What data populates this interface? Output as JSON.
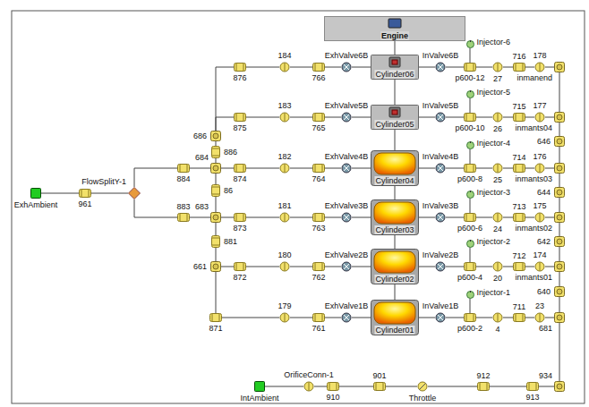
{
  "diagram": {
    "nodes": [
      {
        "text": [
          "Engine"
        ]
      },
      {
        "text": [
          "Injector-6"
        ]
      },
      {
        "text": [
          "876"
        ]
      },
      {
        "text": [
          "184"
        ]
      },
      {
        "text": [
          "766"
        ]
      },
      {
        "text": [
          "ExhValve6B"
        ]
      },
      {
        "text": [
          "Cylinder06"
        ]
      },
      {
        "text": [
          "InValve6B"
        ]
      },
      {
        "text": [
          "p600-12"
        ]
      },
      {
        "text": [
          "27"
        ]
      },
      {
        "text": [
          "716"
        ]
      },
      {
        "text": [
          "178"
        ]
      },
      {
        "text": [
          "inmanend"
        ]
      },
      {
        "text": [
          "Injector-5"
        ]
      },
      {
        "text": [
          "875"
        ]
      },
      {
        "text": [
          "183"
        ]
      },
      {
        "text": [
          "765"
        ]
      },
      {
        "text": [
          "ExhValve5B"
        ]
      },
      {
        "text": [
          "Cylinder05"
        ]
      },
      {
        "text": [
          "InValve5B"
        ]
      },
      {
        "text": [
          "p600-10"
        ]
      },
      {
        "text": [
          "26"
        ]
      },
      {
        "text": [
          "715"
        ]
      },
      {
        "text": [
          "177"
        ]
      },
      {
        "text": [
          "inmants04"
        ]
      },
      {
        "text": [
          "Injector-4"
        ]
      },
      {
        "text": [
          "874"
        ]
      },
      {
        "text": [
          "182"
        ]
      },
      {
        "text": [
          "764"
        ]
      },
      {
        "text": [
          "ExhValve4B"
        ]
      },
      {
        "text": [
          "Cylinder04"
        ]
      },
      {
        "text": [
          "InValve4B"
        ]
      },
      {
        "text": [
          "p600-8"
        ]
      },
      {
        "text": [
          "25"
        ]
      },
      {
        "text": [
          "714"
        ]
      },
      {
        "text": [
          "176"
        ]
      },
      {
        "text": [
          "inmants03"
        ]
      },
      {
        "text": [
          "Injector-3"
        ]
      },
      {
        "text": [
          "873"
        ]
      },
      {
        "text": [
          "181"
        ]
      },
      {
        "text": [
          "763"
        ]
      },
      {
        "text": [
          "ExhValve3B"
        ]
      },
      {
        "text": [
          "Cylinder03"
        ]
      },
      {
        "text": [
          "InValve3B"
        ]
      },
      {
        "text": [
          "p600-6"
        ]
      },
      {
        "text": [
          "24"
        ]
      },
      {
        "text": [
          "713"
        ]
      },
      {
        "text": [
          "175"
        ]
      },
      {
        "text": [
          "inmants02"
        ]
      },
      {
        "text": [
          "Injector-2"
        ]
      },
      {
        "text": [
          "872"
        ]
      },
      {
        "text": [
          "180"
        ]
      },
      {
        "text": [
          "762"
        ]
      },
      {
        "text": [
          "ExhValve2B"
        ]
      },
      {
        "text": [
          "Cylinder02"
        ]
      },
      {
        "text": [
          "InValve2B"
        ]
      },
      {
        "text": [
          "p600-4"
        ]
      },
      {
        "text": [
          "20"
        ]
      },
      {
        "text": [
          "712"
        ]
      },
      {
        "text": [
          "174"
        ]
      },
      {
        "text": [
          "inmants01"
        ]
      },
      {
        "text": [
          "Injector-1"
        ]
      },
      {
        "text": [
          "871"
        ]
      },
      {
        "text": [
          "179"
        ]
      },
      {
        "text": [
          "761"
        ]
      },
      {
        "text": [
          "ExhValve1B"
        ]
      },
      {
        "text": [
          "Cylinder01"
        ]
      },
      {
        "text": [
          "InValve1B"
        ]
      },
      {
        "text": [
          "p600-2"
        ]
      },
      {
        "text": [
          "4"
        ]
      },
      {
        "text": [
          "711"
        ]
      },
      {
        "text": [
          "23"
        ]
      },
      {
        "text": [
          "681"
        ]
      },
      {
        "text": [
          "686"
        ]
      },
      {
        "text": [
          "886"
        ]
      },
      {
        "text": [
          "684"
        ]
      },
      {
        "text": [
          "86"
        ]
      },
      {
        "text": [
          "683"
        ]
      },
      {
        "text": [
          "881"
        ]
      },
      {
        "text": [
          "661"
        ]
      },
      {
        "text": [
          "646"
        ]
      },
      {
        "text": [
          "644"
        ]
      },
      {
        "text": [
          "642"
        ]
      },
      {
        "text": [
          "640"
        ]
      },
      {
        "text": [
          "884"
        ]
      },
      {
        "text": [
          "883"
        ]
      },
      {
        "text": [
          "FlowSplitY-1"
        ]
      },
      {
        "text": [
          "961"
        ]
      },
      {
        "text": [
          "ExhAmbient"
        ]
      },
      {
        "text": [
          "934"
        ]
      },
      {
        "text": [
          "IntAmbient"
        ]
      },
      {
        "text": [
          "OrificeConn-1"
        ]
      },
      {
        "text": [
          "910"
        ]
      },
      {
        "text": [
          "901"
        ]
      },
      {
        "text": [
          "Throttle"
        ]
      },
      {
        "text": [
          "912"
        ]
      },
      {
        "text": [
          "913"
        ]
      }
    ],
    "edges": [
      {
        "from": 0,
        "to": 6,
        "arrow": "none"
      },
      {
        "from": 6,
        "to": 18,
        "arrow": "none"
      },
      {
        "from": 18,
        "to": 30,
        "arrow": "none"
      },
      {
        "from": 30,
        "to": 42,
        "arrow": "none"
      },
      {
        "from": 42,
        "to": 54,
        "arrow": "none"
      },
      {
        "from": 54,
        "to": 66,
        "arrow": "none"
      },
      {
        "from": 12,
        "to": 11,
        "arrow": "none"
      },
      {
        "from": 11,
        "to": 10,
        "arrow": "none"
      },
      {
        "from": 10,
        "to": 9,
        "arrow": "none"
      },
      {
        "from": 9,
        "to": 8,
        "arrow": "none"
      },
      {
        "from": 8,
        "to": 7,
        "arrow": "none"
      },
      {
        "from": 7,
        "to": 6,
        "arrow": "none"
      },
      {
        "from": 6,
        "to": 5,
        "arrow": "none"
      },
      {
        "from": 5,
        "to": 4,
        "arrow": "none"
      },
      {
        "from": 4,
        "to": 3,
        "arrow": "none"
      },
      {
        "from": 3,
        "to": 2,
        "arrow": "none"
      },
      {
        "from": 1,
        "to": 8,
        "arrow": "none"
      },
      {
        "from": 24,
        "to": 23,
        "arrow": "none"
      },
      {
        "from": 23,
        "to": 22,
        "arrow": "none"
      },
      {
        "from": 22,
        "to": 21,
        "arrow": "none"
      },
      {
        "from": 21,
        "to": 20,
        "arrow": "none"
      },
      {
        "from": 20,
        "to": 19,
        "arrow": "none"
      },
      {
        "from": 19,
        "to": 18,
        "arrow": "none"
      },
      {
        "from": 18,
        "to": 17,
        "arrow": "none"
      },
      {
        "from": 17,
        "to": 16,
        "arrow": "none"
      },
      {
        "from": 16,
        "to": 15,
        "arrow": "none"
      },
      {
        "from": 15,
        "to": 14,
        "arrow": "none"
      },
      {
        "from": 13,
        "to": 20,
        "arrow": "none"
      },
      {
        "from": 36,
        "to": 35,
        "arrow": "none"
      },
      {
        "from": 35,
        "to": 34,
        "arrow": "none"
      },
      {
        "from": 34,
        "to": 33,
        "arrow": "none"
      },
      {
        "from": 33,
        "to": 32,
        "arrow": "none"
      },
      {
        "from": 32,
        "to": 31,
        "arrow": "none"
      },
      {
        "from": 31,
        "to": 30,
        "arrow": "none"
      },
      {
        "from": 30,
        "to": 29,
        "arrow": "none"
      },
      {
        "from": 29,
        "to": 28,
        "arrow": "none"
      },
      {
        "from": 28,
        "to": 27,
        "arrow": "none"
      },
      {
        "from": 27,
        "to": 26,
        "arrow": "none"
      },
      {
        "from": 25,
        "to": 32,
        "arrow": "none"
      },
      {
        "from": 48,
        "to": 47,
        "arrow": "none"
      },
      {
        "from": 47,
        "to": 46,
        "arrow": "none"
      },
      {
        "from": 46,
        "to": 45,
        "arrow": "none"
      },
      {
        "from": 45,
        "to": 44,
        "arrow": "none"
      },
      {
        "from": 44,
        "to": 43,
        "arrow": "none"
      },
      {
        "from": 43,
        "to": 42,
        "arrow": "none"
      },
      {
        "from": 42,
        "to": 41,
        "arrow": "none"
      },
      {
        "from": 41,
        "to": 40,
        "arrow": "none"
      },
      {
        "from": 40,
        "to": 39,
        "arrow": "none"
      },
      {
        "from": 39,
        "to": 38,
        "arrow": "none"
      },
      {
        "from": 37,
        "to": 44,
        "arrow": "none"
      },
      {
        "from": 60,
        "to": 59,
        "arrow": "none"
      },
      {
        "from": 59,
        "to": 58,
        "arrow": "none"
      },
      {
        "from": 58,
        "to": 57,
        "arrow": "none"
      },
      {
        "from": 57,
        "to": 56,
        "arrow": "none"
      },
      {
        "from": 56,
        "to": 55,
        "arrow": "none"
      },
      {
        "from": 55,
        "to": 54,
        "arrow": "none"
      },
      {
        "from": 54,
        "to": 53,
        "arrow": "none"
      },
      {
        "from": 53,
        "to": 52,
        "arrow": "none"
      },
      {
        "from": 52,
        "to": 51,
        "arrow": "none"
      },
      {
        "from": 51,
        "to": 50,
        "arrow": "none"
      },
      {
        "from": 49,
        "to": 56,
        "arrow": "none"
      },
      {
        "from": 72,
        "to": 71,
        "arrow": "none"
      },
      {
        "from": 71,
        "to": 70,
        "arrow": "none"
      },
      {
        "from": 70,
        "to": 69,
        "arrow": "none"
      },
      {
        "from": 69,
        "to": 68,
        "arrow": "none"
      },
      {
        "from": 68,
        "to": 67,
        "arrow": "none"
      },
      {
        "from": 67,
        "to": 66,
        "arrow": "none"
      },
      {
        "from": 66,
        "to": 65,
        "arrow": "none"
      },
      {
        "from": 65,
        "to": 64,
        "arrow": "none"
      },
      {
        "from": 64,
        "to": 63,
        "arrow": "none"
      },
      {
        "from": 63,
        "to": 62,
        "arrow": "none"
      },
      {
        "from": 61,
        "to": 68,
        "arrow": "none"
      },
      {
        "from": 2,
        "to": 73,
        "arrow": "none"
      },
      {
        "from": 14,
        "to": 73,
        "arrow": "none"
      },
      {
        "from": 26,
        "to": 75,
        "arrow": "none"
      },
      {
        "from": 38,
        "to": 77,
        "arrow": "none"
      },
      {
        "from": 50,
        "to": 79,
        "arrow": "none"
      },
      {
        "from": 62,
        "to": 79,
        "arrow": "none"
      },
      {
        "from": 73,
        "to": 74,
        "arrow": "none"
      },
      {
        "from": 74,
        "to": 75,
        "arrow": "none"
      },
      {
        "from": 75,
        "to": 76,
        "arrow": "none"
      },
      {
        "from": 76,
        "to": 77,
        "arrow": "none"
      },
      {
        "from": 79,
        "to": 78,
        "arrow": "none"
      },
      {
        "from": 78,
        "to": 77,
        "arrow": "none"
      },
      {
        "from": 75,
        "to": 84,
        "arrow": "none"
      },
      {
        "from": 77,
        "to": 85,
        "arrow": "none"
      },
      {
        "from": 84,
        "to": 86,
        "arrow": "none"
      },
      {
        "from": 85,
        "to": 86,
        "arrow": "none"
      },
      {
        "from": 86,
        "to": 87,
        "arrow": "none"
      },
      {
        "from": 87,
        "to": 88,
        "arrow": "none"
      },
      {
        "from": 89,
        "to": 72,
        "arrow": "none"
      },
      {
        "from": 72,
        "to": 83,
        "arrow": "none"
      },
      {
        "from": 83,
        "to": 60,
        "arrow": "none"
      },
      {
        "from": 60,
        "to": 82,
        "arrow": "none"
      },
      {
        "from": 82,
        "to": 48,
        "arrow": "none"
      },
      {
        "from": 48,
        "to": 81,
        "arrow": "none"
      },
      {
        "from": 81,
        "to": 36,
        "arrow": "none"
      },
      {
        "from": 36,
        "to": 80,
        "arrow": "none"
      },
      {
        "from": 80,
        "to": 24,
        "arrow": "none"
      },
      {
        "from": 24,
        "to": 12,
        "arrow": "none"
      },
      {
        "from": 90,
        "to": 91,
        "arrow": "none"
      },
      {
        "from": 91,
        "to": 92,
        "arrow": "none"
      },
      {
        "from": 92,
        "to": 93,
        "arrow": "none"
      },
      {
        "from": 93,
        "to": 94,
        "arrow": "none"
      },
      {
        "from": 94,
        "to": 95,
        "arrow": "none"
      },
      {
        "from": 95,
        "to": 96,
        "arrow": "none"
      },
      {
        "from": 96,
        "to": 89,
        "arrow": "none"
      }
    ]
  }
}
